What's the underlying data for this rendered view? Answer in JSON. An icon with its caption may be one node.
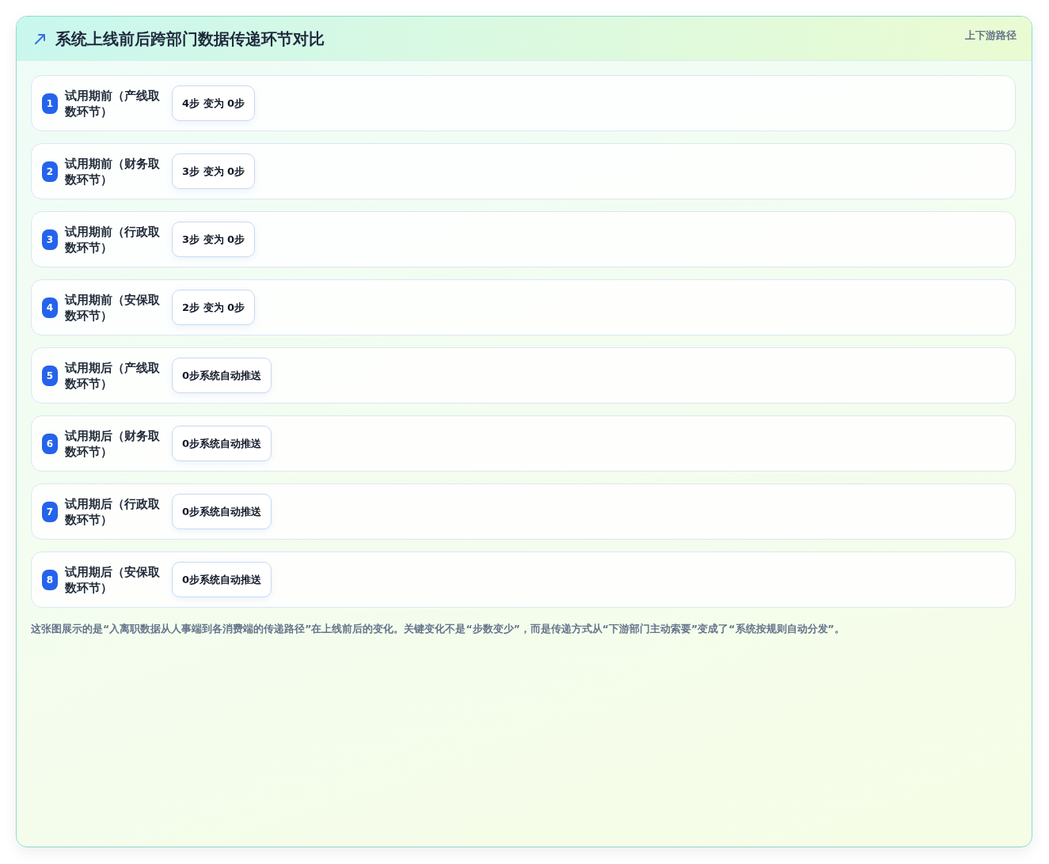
{
  "diagram": {
    "title": "系统上线前后跨部门数据传递环节对比",
    "caption": "这张图展示的是“入离职数据从人事端到各消费端的传递路径”在上线前后的变化。关键变化不是“步数变少”，而是传递方式从“下游部门主动索要”变成了“系统按规则自动分发”。",
    "nodes": [
      {
        "text": [
          "试用期前（产线取数环节）"
        ]
      },
      {
        "text": [
          "1"
        ],
        "in": 0
      },
      {
        "text": [
          "4步 变为 0步"
        ],
        "in": 0
      },
      {
        "text": [
          "试用期前（财务取数环节）"
        ]
      },
      {
        "text": [
          "2"
        ],
        "in": 3
      },
      {
        "text": [
          "3步 变为 0步"
        ],
        "in": 3
      },
      {
        "text": [
          "试用期前（行政取数环节）"
        ]
      },
      {
        "text": [
          "3"
        ],
        "in": 6
      },
      {
        "text": [
          "3步 变为 0步"
        ],
        "in": 6
      },
      {
        "text": [
          "试用期前（安保取数环节）"
        ]
      },
      {
        "text": [
          "4"
        ],
        "in": 9
      },
      {
        "text": [
          "2步 变为 0步"
        ],
        "in": 9
      },
      {
        "text": [
          "试用期后（产线取数环节）"
        ]
      },
      {
        "text": [
          "5"
        ],
        "in": 12
      },
      {
        "text": [
          "0步系统自动推送"
        ],
        "in": 12
      },
      {
        "text": [
          "试用期后（财务取数环节）"
        ]
      },
      {
        "text": [
          "6"
        ],
        "in": 15
      },
      {
        "text": [
          "0步系统自动推送"
        ],
        "in": 15
      },
      {
        "text": [
          "试用期后（行政取数环节）"
        ]
      },
      {
        "text": [
          "7"
        ],
        "in": 18
      },
      {
        "text": [
          "0步系统自动推送"
        ],
        "in": 18
      },
      {
        "text": [
          "试用期后（安保取数环节）"
        ]
      },
      {
        "text": [
          "8"
        ],
        "in": 21
      },
      {
        "text": [
          "0步系统自动推送"
        ],
        "in": 21
      }
    ],
    "labels": [
      "上下游路径"
    ]
  }
}
